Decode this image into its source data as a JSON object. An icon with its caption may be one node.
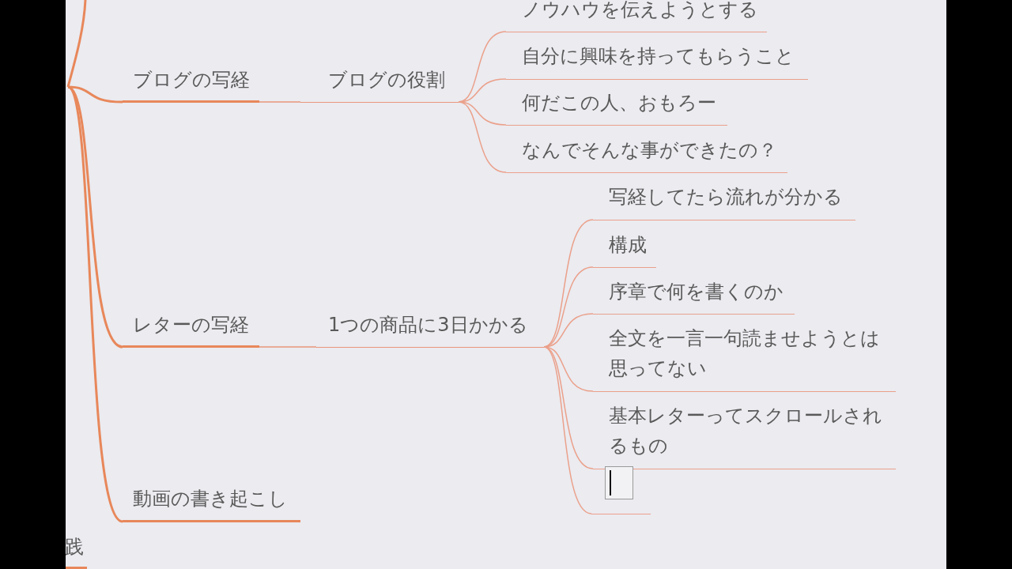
{
  "diagram": {
    "nodes": [
      {
        "text": [
          "ブログの写経"
        ]
      },
      {
        "text": [
          "ブログの役割"
        ]
      },
      {
        "text": [
          "ノウハウを伝えようとする"
        ]
      },
      {
        "text": [
          "自分に興味を持ってもらうこと"
        ]
      },
      {
        "text": [
          "何だこの人、おもろー"
        ]
      },
      {
        "text": [
          "なんでそんな事ができたの？"
        ]
      },
      {
        "text": [
          "レターの写経"
        ]
      },
      {
        "text": [
          "1つの商品に3日かかる"
        ]
      },
      {
        "text": [
          "写経してたら流れが分かる"
        ]
      },
      {
        "text": [
          "構成"
        ]
      },
      {
        "text": [
          "序章で何を書くのか"
        ]
      },
      {
        "text": [
          "全文を一言一句読ませようとは思ってない"
        ]
      },
      {
        "text": [
          "基本レターってスクロールされるもの"
        ]
      },
      {
        "text": [],
        "shape": "box"
      },
      {
        "text": [
          "動画の書き起こし"
        ]
      },
      {
        "text": [
          "践"
        ]
      }
    ],
    "edges": [
      {
        "from": null,
        "to": 0,
        "arrow": "none"
      },
      {
        "from": 0,
        "to": 1,
        "arrow": "none"
      },
      {
        "from": 1,
        "to": 2,
        "arrow": "none"
      },
      {
        "from": 1,
        "to": 3,
        "arrow": "none"
      },
      {
        "from": 1,
        "to": 4,
        "arrow": "none"
      },
      {
        "from": 1,
        "to": 5,
        "arrow": "none"
      },
      {
        "from": null,
        "to": 6,
        "arrow": "none"
      },
      {
        "from": 6,
        "to": 7,
        "arrow": "none"
      },
      {
        "from": 7,
        "to": 8,
        "arrow": "none"
      },
      {
        "from": 7,
        "to": 9,
        "arrow": "none"
      },
      {
        "from": 7,
        "to": 10,
        "arrow": "none"
      },
      {
        "from": 7,
        "to": 11,
        "arrow": "none"
      },
      {
        "from": 7,
        "to": 12,
        "arrow": "none"
      },
      {
        "from": 7,
        "to": 13,
        "arrow": "none"
      },
      {
        "from": null,
        "to": 14,
        "arrow": "none"
      }
    ]
  }
}
